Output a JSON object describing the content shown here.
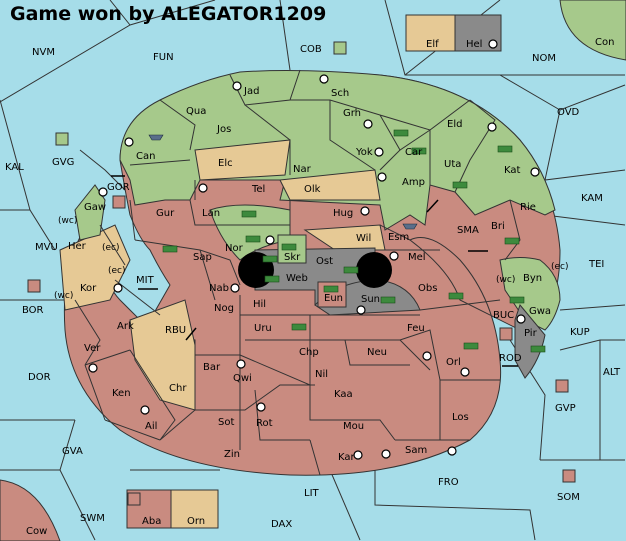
{
  "title": "Game won by ALEGATOR1209",
  "colors": {
    "sea": "#a6dde9",
    "green": "#a6c98b",
    "tan": "#e6c995",
    "red": "#c98b80",
    "grey": "#8a8a8a",
    "border": "#333333",
    "army": "#3d8a3d"
  },
  "sea_labels": [
    {
      "id": "nvm",
      "text": "NVM"
    },
    {
      "id": "fun",
      "text": "FUN"
    },
    {
      "id": "cob",
      "text": "COB"
    },
    {
      "id": "nom",
      "text": "NOM"
    },
    {
      "id": "con",
      "text": "Con"
    },
    {
      "id": "ovd",
      "text": "OVD"
    },
    {
      "id": "kal",
      "text": "KAL"
    },
    {
      "id": "gvg",
      "text": "GVG"
    },
    {
      "id": "gor",
      "text": "GOR"
    },
    {
      "id": "kam",
      "text": "KAM"
    },
    {
      "id": "sma",
      "text": "SMA"
    },
    {
      "id": "mvu",
      "text": "MVU"
    },
    {
      "id": "mit",
      "text": "MIT"
    },
    {
      "id": "tei",
      "text": "TEI"
    },
    {
      "id": "bor",
      "text": "BOR"
    },
    {
      "id": "rbu",
      "text": "RBU"
    },
    {
      "id": "buc",
      "text": "BUC"
    },
    {
      "id": "kup",
      "text": "KUP"
    },
    {
      "id": "dor",
      "text": "DOR"
    },
    {
      "id": "rod",
      "text": "ROD"
    },
    {
      "id": "alt",
      "text": "ALT"
    },
    {
      "id": "gvp",
      "text": "GVP"
    },
    {
      "id": "gva",
      "text": "GVA"
    },
    {
      "id": "fro",
      "text": "FRO"
    },
    {
      "id": "lit",
      "text": "LIT"
    },
    {
      "id": "som",
      "text": "SOM"
    },
    {
      "id": "swm",
      "text": "SWM"
    },
    {
      "id": "dax",
      "text": "DAX"
    },
    {
      "id": "cow",
      "text": "Cow"
    }
  ],
  "coast_labels": [
    {
      "id": "wc1",
      "text": "(wc)"
    },
    {
      "id": "ec1",
      "text": "(ec)"
    },
    {
      "id": "ec2",
      "text": "(ec)"
    },
    {
      "id": "wc2",
      "text": "(wc)"
    },
    {
      "id": "wc3",
      "text": "(wc)"
    },
    {
      "id": "ec3",
      "text": "(ec)"
    }
  ],
  "territories": [
    {
      "id": "jad",
      "text": "Jad"
    },
    {
      "id": "sch",
      "text": "Sch"
    },
    {
      "id": "qua",
      "text": "Qua"
    },
    {
      "id": "grh",
      "text": "Grh"
    },
    {
      "id": "jos",
      "text": "Jos"
    },
    {
      "id": "eld",
      "text": "Eld"
    },
    {
      "id": "can",
      "text": "Can"
    },
    {
      "id": "yok",
      "text": "Yok"
    },
    {
      "id": "car",
      "text": "Car"
    },
    {
      "id": "elc",
      "text": "Elc"
    },
    {
      "id": "nar",
      "text": "Nar"
    },
    {
      "id": "uta",
      "text": "Uta"
    },
    {
      "id": "kat",
      "text": "Kat"
    },
    {
      "id": "tel",
      "text": "Tel"
    },
    {
      "id": "olk",
      "text": "Olk"
    },
    {
      "id": "amp",
      "text": "Amp"
    },
    {
      "id": "gaw",
      "text": "Gaw"
    },
    {
      "id": "gur",
      "text": "Gur"
    },
    {
      "id": "lan",
      "text": "Lan"
    },
    {
      "id": "hug",
      "text": "Hug"
    },
    {
      "id": "rie",
      "text": "Rie"
    },
    {
      "id": "bri",
      "text": "Bri"
    },
    {
      "id": "esm",
      "text": "Esm"
    },
    {
      "id": "wil",
      "text": "Wil"
    },
    {
      "id": "nor",
      "text": "Nor"
    },
    {
      "id": "skr",
      "text": "Skr"
    },
    {
      "id": "her",
      "text": "Her"
    },
    {
      "id": "sap",
      "text": "Sap"
    },
    {
      "id": "ost",
      "text": "Ost"
    },
    {
      "id": "mel",
      "text": "Mel"
    },
    {
      "id": "web",
      "text": "Web"
    },
    {
      "id": "byn",
      "text": "Byn"
    },
    {
      "id": "kor",
      "text": "Kor"
    },
    {
      "id": "nab",
      "text": "Nab"
    },
    {
      "id": "eun",
      "text": "Eun"
    },
    {
      "id": "obs",
      "text": "Obs"
    },
    {
      "id": "sun",
      "text": "Sun"
    },
    {
      "id": "gwa",
      "text": "Gwa"
    },
    {
      "id": "hil",
      "text": "Hil"
    },
    {
      "id": "nog",
      "text": "Nog"
    },
    {
      "id": "ark",
      "text": "Ark"
    },
    {
      "id": "uru",
      "text": "Uru"
    },
    {
      "id": "feu",
      "text": "Feu"
    },
    {
      "id": "pir",
      "text": "Pir"
    },
    {
      "id": "chp",
      "text": "Chp"
    },
    {
      "id": "neu",
      "text": "Neu"
    },
    {
      "id": "ver",
      "text": "Ver"
    },
    {
      "id": "orl",
      "text": "Orl"
    },
    {
      "id": "bar",
      "text": "Bar"
    },
    {
      "id": "qwi",
      "text": "Qwi"
    },
    {
      "id": "nil",
      "text": "Nil"
    },
    {
      "id": "chr",
      "text": "Chr"
    },
    {
      "id": "ken",
      "text": "Ken"
    },
    {
      "id": "kaa",
      "text": "Kaa"
    },
    {
      "id": "sot",
      "text": "Sot"
    },
    {
      "id": "rot",
      "text": "Rot"
    },
    {
      "id": "los",
      "text": "Los"
    },
    {
      "id": "ail",
      "text": "Ail"
    },
    {
      "id": "mou",
      "text": "Mou"
    },
    {
      "id": "zin",
      "text": "Zin"
    },
    {
      "id": "kar",
      "text": "Kar"
    },
    {
      "id": "sam",
      "text": "Sam"
    }
  ],
  "boxes": [
    {
      "id": "elf",
      "text": "Elf"
    },
    {
      "id": "hel",
      "text": "Hel"
    },
    {
      "id": "aba",
      "text": "Aba"
    },
    {
      "id": "orn",
      "text": "Orn"
    }
  ]
}
